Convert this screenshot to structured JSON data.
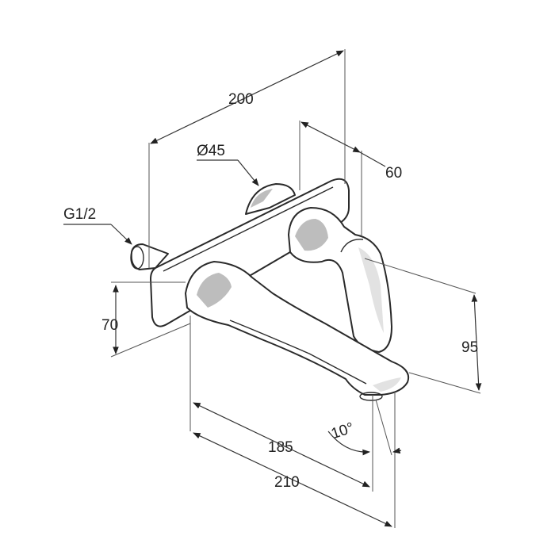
{
  "dimensions": {
    "width_overall": "200",
    "rosette_diameter": "Ø45",
    "connection_thread": "G1/2",
    "projection_handle": "60",
    "height_spout": "70",
    "height_handle": "95",
    "spout_reach_inner": "185",
    "spout_reach_outer": "210",
    "spout_angle": "10°"
  },
  "colors": {
    "line": "#2a2a2a",
    "shade": "#bdbdbd",
    "background": "#ffffff"
  }
}
